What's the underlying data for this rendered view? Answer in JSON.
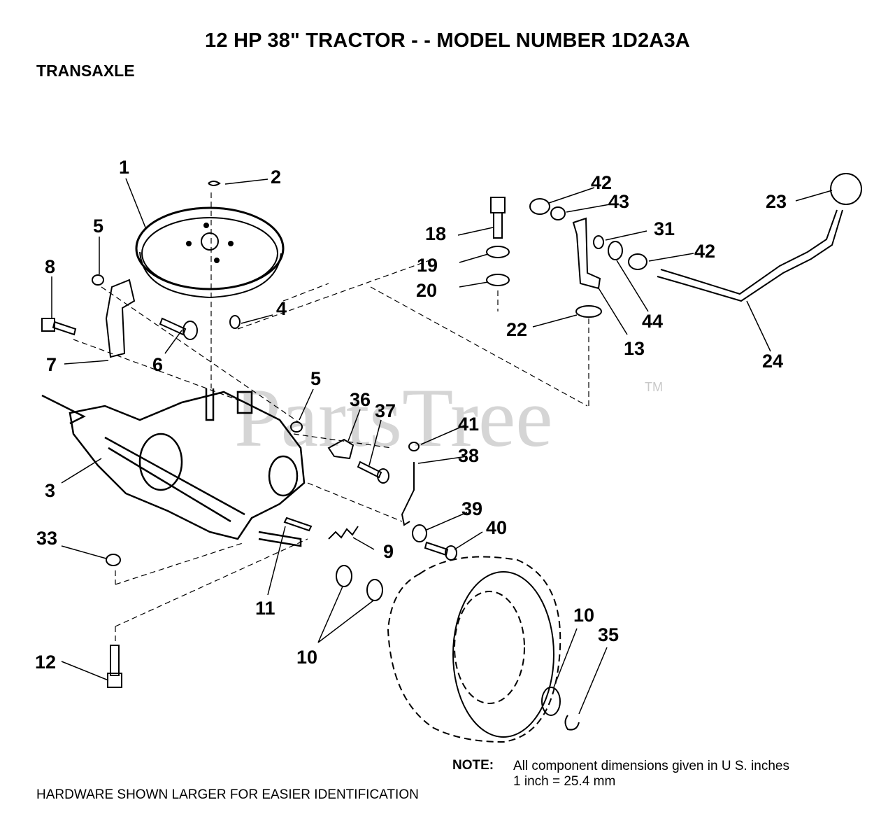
{
  "title": "12 HP 38\" TRACTOR - - MODEL NUMBER 1D2A3A",
  "subtitle": "TRANSAXLE",
  "watermark": "PartsTree",
  "watermark_tm": "TM",
  "note": {
    "label": "NOTE:",
    "line1": "All component dimensions given in U S. inches",
    "line2": "1 inch = 25.4 mm"
  },
  "hardware_note": "HARDWARE SHOWN LARGER FOR EASIER IDENTIFICATION",
  "callouts": [
    "1",
    "2",
    "5",
    "8",
    "4",
    "6",
    "7",
    "3",
    "33",
    "12",
    "5",
    "36",
    "37",
    "41",
    "38",
    "39",
    "40",
    "9",
    "11",
    "10",
    "10",
    "35",
    "18",
    "19",
    "20",
    "42",
    "43",
    "31",
    "42",
    "44",
    "22",
    "13",
    "23",
    "24"
  ]
}
